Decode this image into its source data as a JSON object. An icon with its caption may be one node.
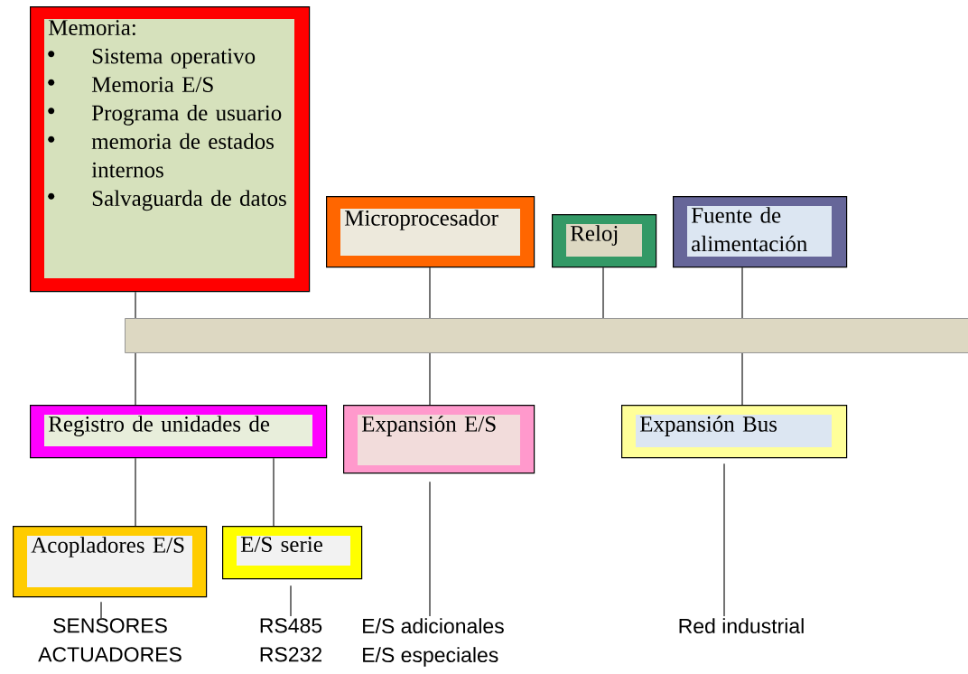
{
  "diagram": {
    "nodes": [
      {
        "text": [
          "Memoria:",
          "Sistema operativo",
          "Memoria E/S",
          "Programa de usuario",
          "memoria de estados internos",
          "Salvaguarda de datos"
        ]
      },
      {
        "text": [
          "Microprocesador"
        ]
      },
      {
        "text": [
          "Reloj"
        ]
      },
      {
        "text": [
          "Fuente de alimentación"
        ]
      },
      {
        "text": [],
        "shape": "bar"
      },
      {
        "text": [
          "Registro de unidades de"
        ]
      },
      {
        "text": [
          "Expansión E/S"
        ]
      },
      {
        "text": [
          "Expansión Bus"
        ]
      },
      {
        "text": [
          "Acopladores E/S"
        ]
      },
      {
        "text": [
          "E/S serie"
        ]
      },
      {
        "text": [
          "SENSORES",
          "ACTUADORES"
        ]
      },
      {
        "text": [
          "RS485",
          "RS232"
        ]
      },
      {
        "text": [
          "E/S adicionales",
          "E/S especiales"
        ]
      },
      {
        "text": [
          "Red industrial"
        ]
      }
    ],
    "edges": [
      {
        "from": 0,
        "to": 4,
        "arrow": "none"
      },
      {
        "from": 1,
        "to": 4,
        "arrow": "none"
      },
      {
        "from": 2,
        "to": 4,
        "arrow": "none"
      },
      {
        "from": 3,
        "to": 4,
        "arrow": "none"
      },
      {
        "from": 4,
        "to": 5,
        "arrow": "none"
      },
      {
        "from": 4,
        "to": 6,
        "arrow": "none"
      },
      {
        "from": 4,
        "to": 7,
        "arrow": "none"
      },
      {
        "from": 5,
        "to": 8,
        "arrow": "none"
      },
      {
        "from": 5,
        "to": 9,
        "arrow": "none"
      },
      {
        "from": 8,
        "to": 10,
        "arrow": "none"
      },
      {
        "from": 9,
        "to": 11,
        "arrow": "none"
      },
      {
        "from": 6,
        "to": 12,
        "arrow": "none"
      },
      {
        "from": 7,
        "to": 13,
        "arrow": "none"
      }
    ]
  }
}
